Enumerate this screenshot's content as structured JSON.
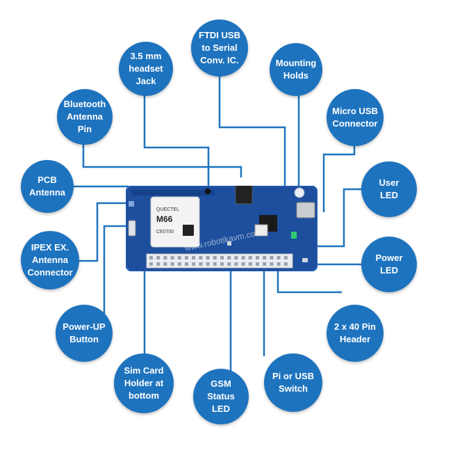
{
  "colors": {
    "bubble": "#1e73be",
    "bubble_text": "#ffffff",
    "leader_line": "#1e73be",
    "pcb": "#1d4f9e",
    "pcb_edge": "#2a63b8"
  },
  "labels": {
    "ftdi": "FTDI USB\nto Serial\nConv. IC.",
    "headset": "3.5 mm\nheadset\nJack",
    "mounting": "Mounting\nHolds",
    "bluetooth": "Bluetooth\nAntenna\nPin",
    "microusb": "Micro USB\nConnector",
    "pcb_antenna": "PCB\nAntenna",
    "user_led": "User\nLED",
    "ipex": "IPEX EX.\nAntenna\nConnector",
    "power_led": "Power\nLED",
    "power_up": "Power-UP\nButton",
    "header": "2 x 40 Pin\nHeader",
    "sim": "Sim Card\nHolder at\nbottom",
    "gsm": "GSM\nStatus\nLED",
    "switch": "Pi or USB\nSwitch"
  },
  "board": {
    "module_line1": "QUECTEL",
    "module_line2": "M66",
    "module_line3": "CE0700",
    "watermark": "www.robotikavm.com"
  }
}
